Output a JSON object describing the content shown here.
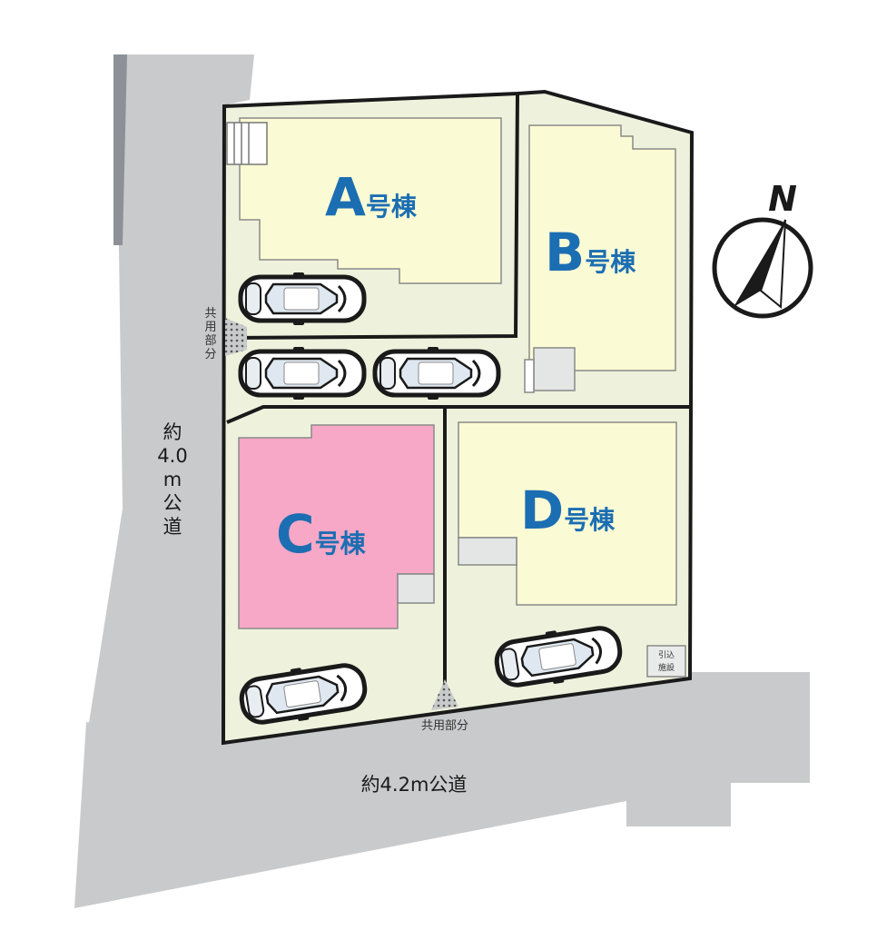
{
  "colors": {
    "road": "#c9cacb",
    "lot": "#eef2dc",
    "house": "#fafad4",
    "house_c": "#f6a8c6",
    "label": "#1c6eb3",
    "outline": "#1a1a1a",
    "shared": "#b9bbb8"
  },
  "map": {
    "north_label": "N",
    "roads": {
      "west": {
        "prefix": "約",
        "width_value": "4.0",
        "suffix_chars": [
          "m",
          "公",
          "道"
        ]
      },
      "south": {
        "text": "約4.2m公道"
      }
    },
    "shared_label_west": [
      "共",
      "用",
      "部",
      "分"
    ],
    "shared_label_south": "共用部分",
    "unknown_box": [
      "引込",
      "施設"
    ],
    "units": [
      {
        "letter": "A",
        "suffix": "号棟"
      },
      {
        "letter": "B",
        "suffix": "号棟"
      },
      {
        "letter": "C",
        "suffix": "号棟"
      },
      {
        "letter": "D",
        "suffix": "号棟"
      }
    ]
  }
}
